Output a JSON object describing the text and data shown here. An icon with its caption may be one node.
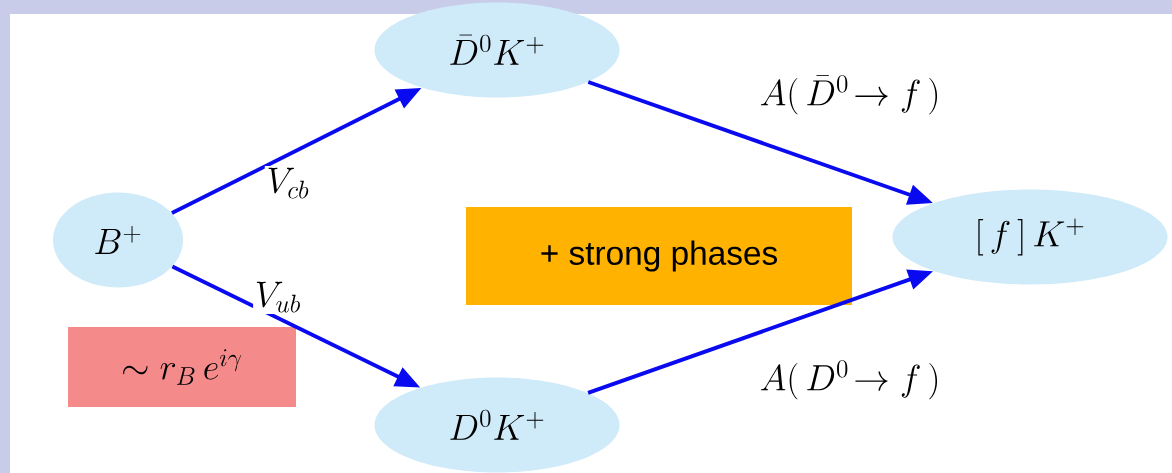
{
  "diagram": {
    "nodes": [
      {
        "text": [
          "B^+"
        ]
      },
      {
        "text": [
          "\\bar{D}^0 K^+"
        ]
      },
      {
        "text": [
          "D^0 K^+"
        ]
      },
      {
        "text": [
          "[\\,f\\,]\\,K^+"
        ]
      },
      {
        "text": [
          "+ strong phases"
        ]
      },
      {
        "text": [
          "\\sim r_B\\, e^{i\\gamma}"
        ]
      }
    ],
    "edges": [
      {
        "from": 0,
        "to": 1,
        "arrow": "to",
        "label": "V_{cb}"
      },
      {
        "from": 0,
        "to": 2,
        "arrow": "to",
        "label": "V_{ub}"
      },
      {
        "from": 1,
        "to": 3,
        "arrow": "to",
        "label": "A(\\,\\bar{D}^0\\!\\to f\\,)"
      },
      {
        "from": 2,
        "to": 3,
        "arrow": "to",
        "label": "A(\\,D^0\\!\\to f\\,)"
      }
    ]
  }
}
